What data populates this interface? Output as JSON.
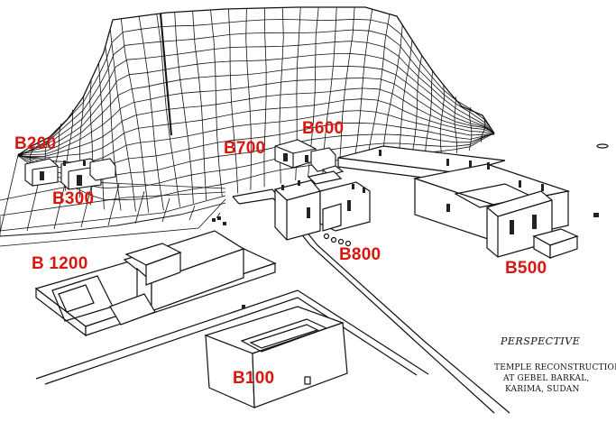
{
  "colors": {
    "label": "#d8170f",
    "ink": "#111111",
    "paper": "#ffffff"
  },
  "labels": {
    "b200": "B200",
    "b300": "B300",
    "b600": "B600",
    "b700": "B700",
    "b800": "B800",
    "b500": "B500",
    "b1200": "B 1200",
    "b100": "B100"
  },
  "caption": {
    "title": "PERSPECTIVE",
    "line1": "TEMPLE RECONSTRUCTION",
    "line2": "AT GEBEL BARKAL,",
    "line3": "KARIMA, SUDAN"
  }
}
